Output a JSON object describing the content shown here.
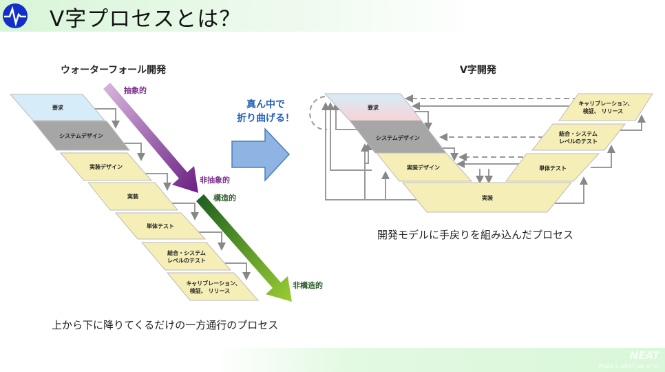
{
  "title": "V字プロセスとは？",
  "footer": {
    "brand": "NEAT",
    "tagline": "Make a NEAT job of it!"
  },
  "waterfall": {
    "heading": "ウォーターフォール開発",
    "stages": [
      "要求",
      "システムデザイン",
      "実装デザイン",
      "実装",
      "単体テスト",
      "結合・システム",
      "レベルのテスト",
      "キャリブレーション、",
      "検証、 リリース"
    ],
    "labels": {
      "abstract": "抽象的",
      "non_abstract": "非抽象的",
      "structured": "構造的",
      "non_structured": "非構造的"
    },
    "caption": "上から下に降りてくるだけの一方通行のプロセス"
  },
  "middle": {
    "line1": "真ん中で",
    "line2": "折り曲げる！"
  },
  "vmodel": {
    "heading": "V字開発",
    "stages": [
      "要求",
      "システムデザイン",
      "実装デザイン",
      "実装",
      "単体テスト",
      "結合・システム",
      "レベルのテスト",
      "キャリブレーション、",
      "検証、 リリース"
    ],
    "caption": "開発モデルに手戻りを組み込んだプロセス"
  },
  "colors": {
    "accent_blue": "#1f5fbf",
    "light_blue": "#d6ecf8",
    "gray": "#a6a6a6",
    "yellow": "#f5eeb6",
    "purple": "#7a2e8a",
    "green": "#2e7d32"
  }
}
